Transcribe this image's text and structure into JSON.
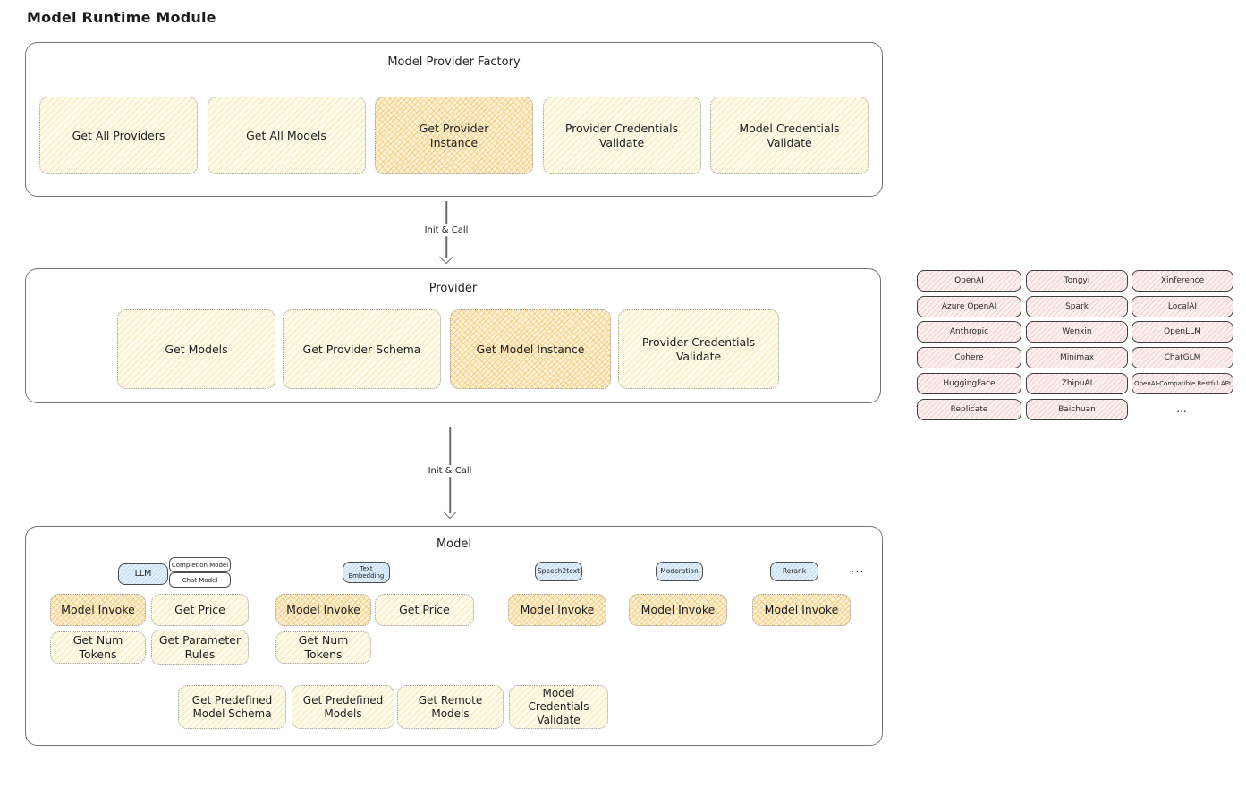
{
  "page_title": "Model Runtime Module",
  "arrows": {
    "init_call_1": "Init & Call",
    "init_call_2": "Init & Call"
  },
  "factory": {
    "title": "Model Provider Factory",
    "boxes": [
      {
        "label": "Get All Providers",
        "highlighted": false
      },
      {
        "label": "Get All Models",
        "highlighted": false
      },
      {
        "label": "Get Provider Instance",
        "highlighted": true
      },
      {
        "label": "Provider Credentials Validate",
        "highlighted": false
      },
      {
        "label": "Model Credentials Validate",
        "highlighted": false
      }
    ]
  },
  "provider": {
    "title": "Provider",
    "boxes": [
      {
        "label": "Get Models",
        "highlighted": false
      },
      {
        "label": "Get Provider Schema",
        "highlighted": false
      },
      {
        "label": "Get Model Instance",
        "highlighted": true
      },
      {
        "label": "Provider Credentials Validate",
        "highlighted": false
      }
    ]
  },
  "model": {
    "title": "Model",
    "more_label": "...",
    "groups": [
      {
        "tag": "LLM",
        "sub_tags": [
          "Completion Model",
          "Chat Model"
        ],
        "functions": [
          "Model Invoke",
          "Get Price",
          "Get Num Tokens",
          "Get Parameter Rules"
        ]
      },
      {
        "tag": "Text Embedding",
        "functions": [
          "Model Invoke",
          "Get Price",
          "Get Num Tokens"
        ]
      },
      {
        "tag": "Speech2text",
        "functions": [
          "Model Invoke"
        ]
      },
      {
        "tag": "Moderation",
        "functions": [
          "Model Invoke"
        ]
      },
      {
        "tag": "Rerank",
        "functions": [
          "Model Invoke"
        ]
      }
    ],
    "shared_functions": [
      "Get Predefined Model Schema",
      "Get Predefined Models",
      "Get Remote Models",
      "Model Credentials Validate"
    ]
  },
  "providers_panel": {
    "columns": [
      {
        "items": [
          "OpenAI",
          "Azure OpenAI",
          "Anthropic",
          "Cohere",
          "HuggingFace",
          "Replicate"
        ]
      },
      {
        "items": [
          "Tongyi",
          "Spark",
          "Wenxin",
          "Minimax",
          "ZhipuAI",
          "Baichuan"
        ]
      },
      {
        "items": [
          "Xinference",
          "LocalAI",
          "OpenLLM",
          "ChatGLM",
          "OpenAI-Compatible Restful API"
        ],
        "more": "..."
      }
    ]
  },
  "colors": {
    "function_box_fill": "#FEFAE9",
    "function_box_hatch": "#F3CD78",
    "highlight_fill": "#FCF1D4",
    "highlight_hatch": "#EFB74D",
    "tag_blue_fill": "#E4F1FC",
    "provider_pink_fill": "#FCF0F0",
    "provider_pink_hatch": "#ECA6A6",
    "container_border": "#757575",
    "chip_border": "#3F3F3F",
    "text": "#1D1D1D"
  }
}
